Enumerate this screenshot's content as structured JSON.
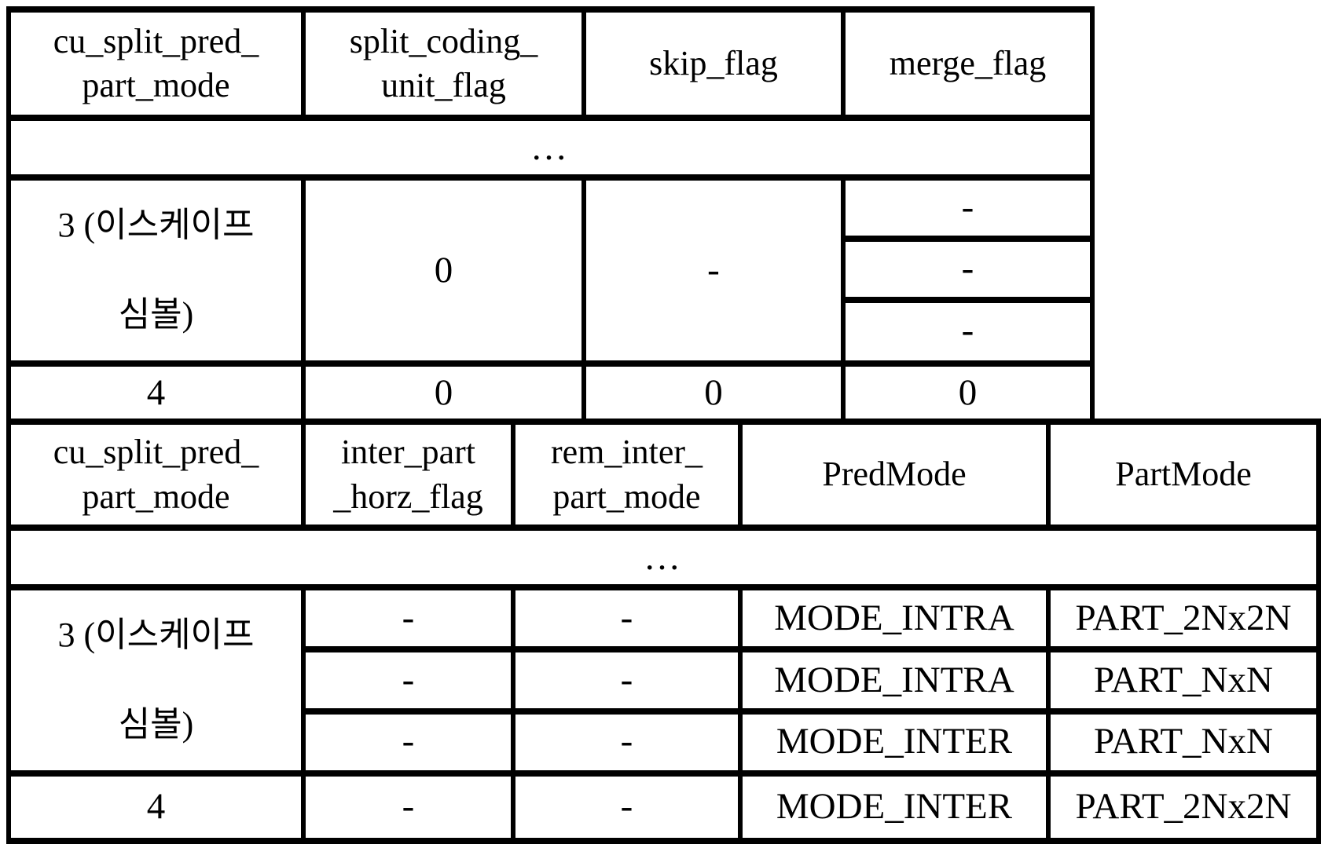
{
  "colors": {
    "line": "#000000",
    "background": "#ffffff",
    "text": "#000000"
  },
  "table1": {
    "headers": [
      "cu_split_pred_\npart_mode",
      "split_coding_\nunit_flag",
      "skip_flag",
      "merge_flag"
    ],
    "ellipsis": "…",
    "escape": {
      "label": "3 (이스케이프\n심볼)",
      "split_coding_unit_flag": "0",
      "skip_flag": "-",
      "merge_flag": [
        "-",
        "-",
        "-"
      ]
    },
    "four": {
      "label": "4",
      "values": [
        "0",
        "0",
        "0"
      ]
    }
  },
  "table2": {
    "headers": [
      "cu_split_pred_\npart_mode",
      "inter_part\n_horz_flag",
      "rem_inter_\npart_mode",
      "PredMode",
      "PartMode"
    ],
    "ellipsis": "…",
    "escape": {
      "label": "3 (이스케이프\n심볼)",
      "rows": [
        [
          "-",
          "-",
          "MODE_INTRA",
          "PART_2Nx2N"
        ],
        [
          "-",
          "-",
          "MODE_INTRA",
          "PART_NxN"
        ],
        [
          "-",
          "-",
          "MODE_INTER",
          "PART_NxN"
        ]
      ]
    },
    "four": [
      "4",
      "-",
      "-",
      "MODE_INTER",
      "PART_2Nx2N"
    ]
  }
}
